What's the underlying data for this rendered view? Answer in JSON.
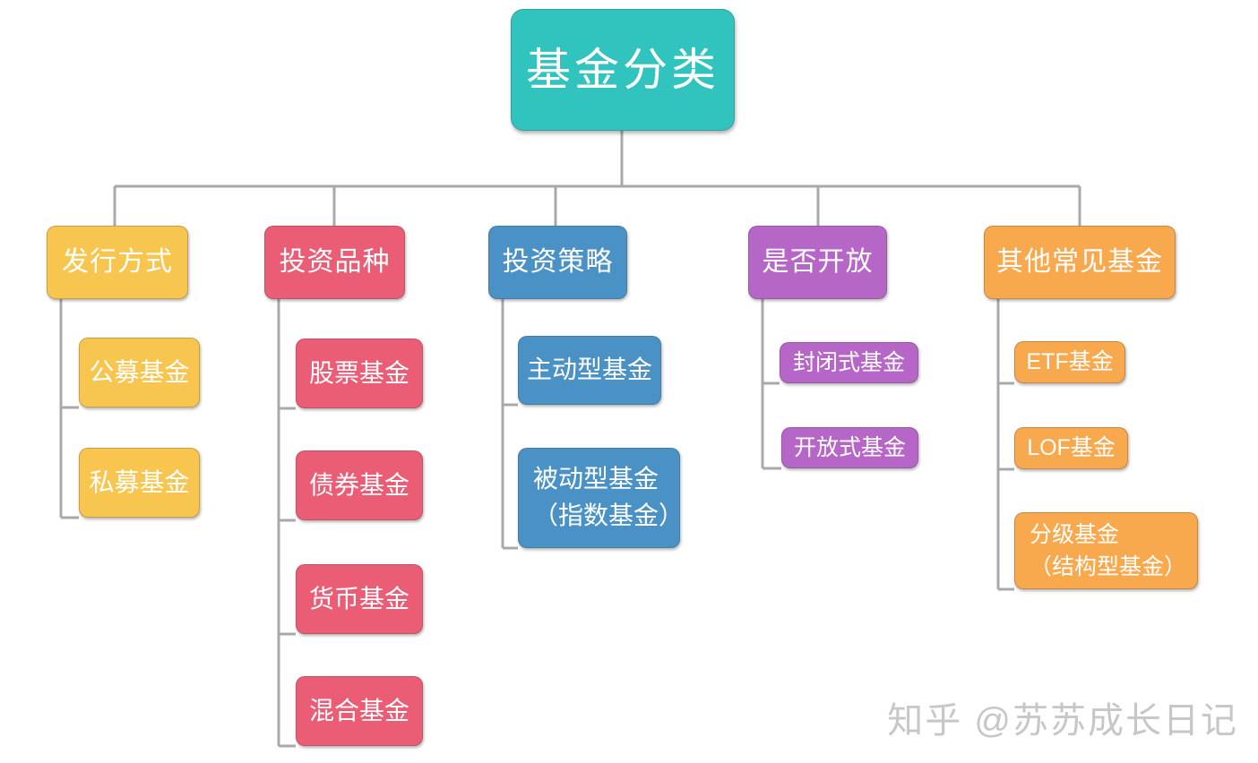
{
  "root": {
    "label": "基金分类"
  },
  "branches": [
    {
      "label": "发行方式",
      "children": [
        {
          "lines": [
            "公募基金"
          ]
        },
        {
          "lines": [
            "私募基金"
          ]
        }
      ]
    },
    {
      "label": "投资品种",
      "children": [
        {
          "lines": [
            "股票基金"
          ]
        },
        {
          "lines": [
            "债券基金"
          ]
        },
        {
          "lines": [
            "货币基金"
          ]
        },
        {
          "lines": [
            "混合基金"
          ]
        }
      ]
    },
    {
      "label": "投资策略",
      "children": [
        {
          "lines": [
            "主动型基金"
          ]
        },
        {
          "lines": [
            "被动型基金",
            "（指数基金）"
          ]
        }
      ]
    },
    {
      "label": "是否开放",
      "children": [
        {
          "lines": [
            "封闭式基金"
          ]
        },
        {
          "lines": [
            "开放式基金"
          ]
        }
      ]
    },
    {
      "label": "其他常见基金",
      "children": [
        {
          "lines": [
            "ETF基金"
          ]
        },
        {
          "lines": [
            "LOF基金"
          ]
        },
        {
          "lines": [
            "分级基金",
            "（结构型基金）"
          ]
        }
      ]
    }
  ],
  "watermark": {
    "text": "知乎 @苏苏成长日记"
  },
  "colors": {
    "root": "#31c3bd",
    "issuance": "#f8c64e",
    "investment_type": "#eb5c75",
    "strategy": "#4a92c6",
    "openness": "#b566c6",
    "other": "#f8a84d",
    "connector": "#a9a9a9",
    "watermark": "#c7c7c7"
  }
}
